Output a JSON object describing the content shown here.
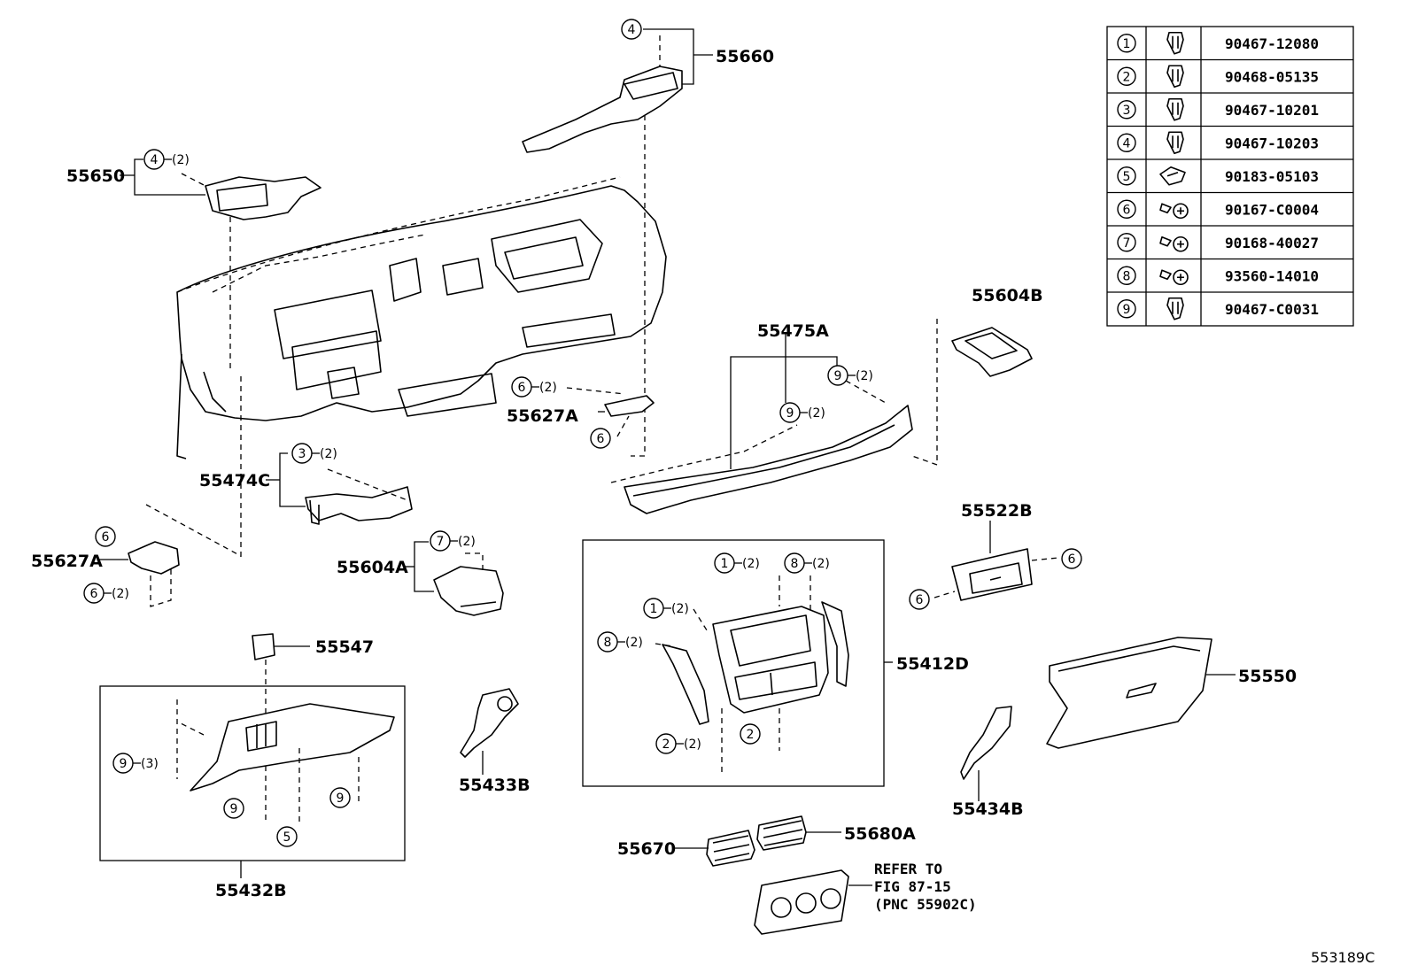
{
  "diagram_code": "553189C",
  "part_numbers": {
    "p55660": "55660",
    "p55650": "55650",
    "p55604B": "55604B",
    "p55475A": "55475A",
    "p55627A_top": "55627A",
    "p55474C": "55474C",
    "p55627A_left": "55627A",
    "p55604A": "55604A",
    "p55522B": "55522B",
    "p55547": "55547",
    "p55412D": "55412D",
    "p55550": "55550",
    "p55433B": "55433B",
    "p55434B": "55434B",
    "p55432B": "55432B",
    "p55670": "55670",
    "p55680A": "55680A"
  },
  "refer_note": [
    "REFER TO",
    "FIG 87-15",
    "(PNC 55902C)"
  ],
  "quantities": {
    "q2": "(2)",
    "q3": "(3)"
  },
  "fastener_table": [
    {
      "num": "1",
      "part": "90467-12080",
      "icon": "clip-icon"
    },
    {
      "num": "2",
      "part": "90468-05135",
      "icon": "clip-icon"
    },
    {
      "num": "3",
      "part": "90467-10201",
      "icon": "clip-icon"
    },
    {
      "num": "4",
      "part": "90467-10203",
      "icon": "clip-icon"
    },
    {
      "num": "5",
      "part": "90183-05103",
      "icon": "nut-clip-icon"
    },
    {
      "num": "6",
      "part": "90167-C0004",
      "icon": "screw-icon"
    },
    {
      "num": "7",
      "part": "90168-40027",
      "icon": "screw-icon"
    },
    {
      "num": "8",
      "part": "93560-14010",
      "icon": "screw-icon"
    },
    {
      "num": "9",
      "part": "90467-C0031",
      "icon": "clip-icon"
    }
  ]
}
